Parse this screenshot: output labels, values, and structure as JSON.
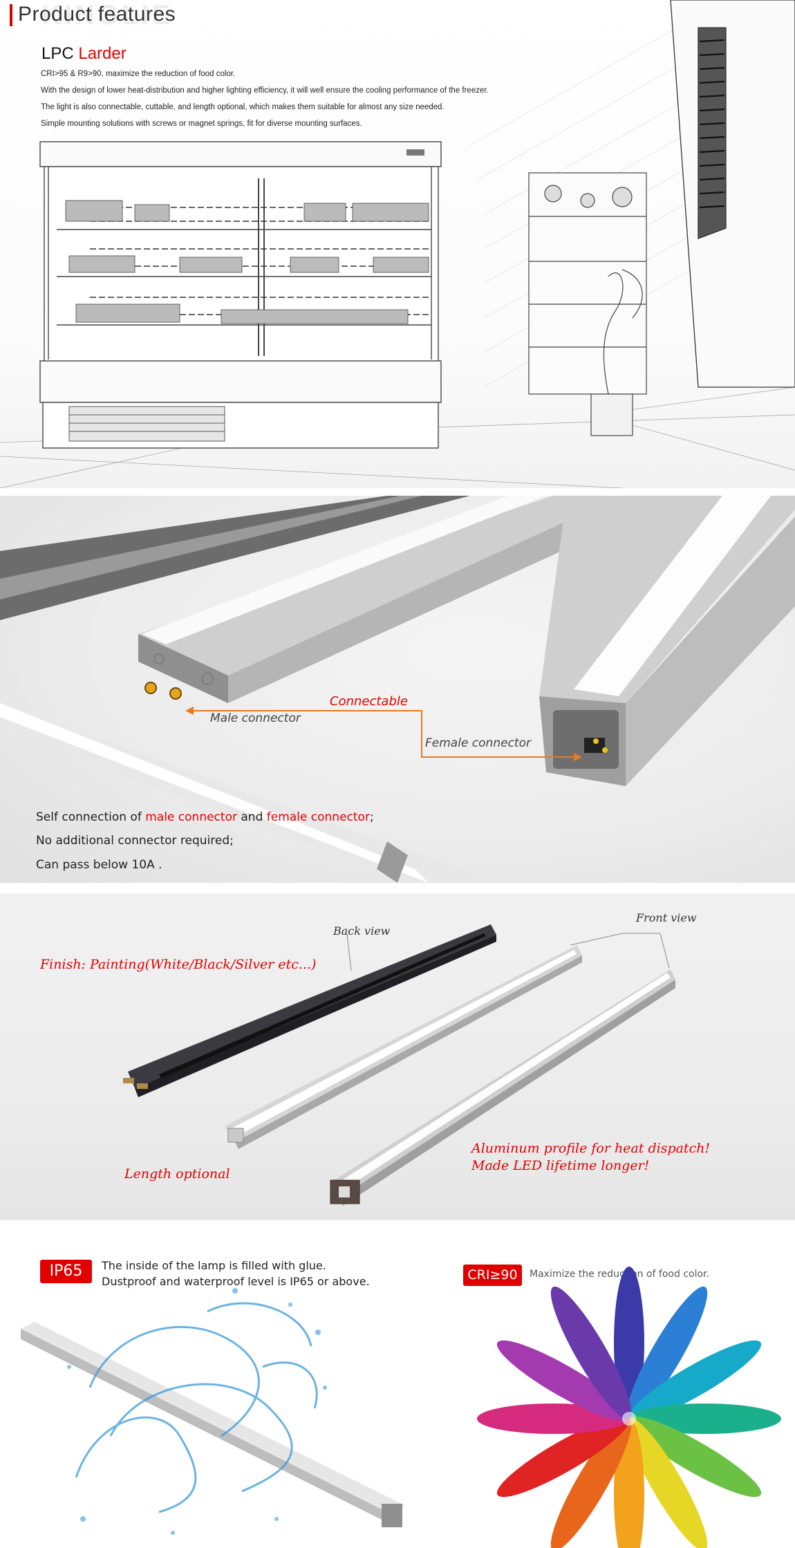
{
  "header": {
    "title": "Product features",
    "ghost_text": "KINGLIE"
  },
  "product": {
    "name_prefix": "LPC",
    "name_suffix": "Larder",
    "features": [
      "CRI>95 & R9>90, maximize the reduction of food color.",
      "With the design of lower heat-distribution and higher lighting efficiency, it will well ensure the cooling performance of the freezer.",
      "The light is also connectable, cuttable, and length optional, which makes them suitable for almost any size needed.",
      "Simple mounting solutions with screws or magnet springs, fit for diverse mounting surfaces."
    ]
  },
  "connection": {
    "label_connectable": "Connectable",
    "label_male": "Male connector",
    "label_female": "Female connector",
    "line1_prefix": "Self connection of ",
    "line1_male": "male connector",
    "line1_and": " and ",
    "line1_female": "female connector",
    "line1_suffix": ";",
    "line2": "No additional connector required;",
    "line3": "Can pass below 10A ."
  },
  "finish": {
    "back_view": "Back view",
    "front_view": "Front view",
    "finish_text": "Finish: Painting(White/Black/Silver  etc...)",
    "length_text": "Length optional",
    "aluminum_line1": "Aluminum profile for heat dispatch!",
    "aluminum_line2": "Made LED lifetime longer!"
  },
  "ratings": {
    "ip_badge": "IP65",
    "ip_line1": "The inside of the lamp is filled with glue.",
    "ip_line2": "Dustproof and waterproof level is IP65 or above.",
    "cri_badge": "CRI≥90",
    "cri_text": "Maximize the reduction of food color."
  },
  "colors": {
    "accent_red": "#e00000",
    "connector_orange": "#e87a22"
  }
}
